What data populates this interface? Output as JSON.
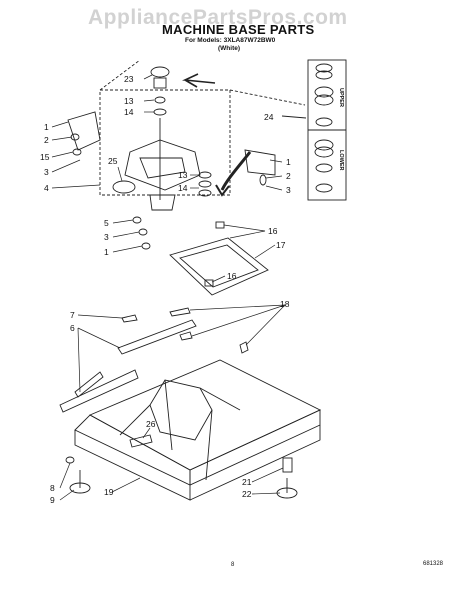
{
  "watermark": "AppliancePartsPros.com",
  "title": "MACHINE BASE PARTS",
  "models_line": "For Models: 3XLA87W72BW0",
  "color_line": "(White)",
  "page_number": "8",
  "document_number": "681328",
  "inset_labels": [
    "UPPER",
    "LOWER"
  ],
  "callouts": [
    "1",
    "2",
    "15",
    "3",
    "4",
    "25",
    "23",
    "13",
    "14",
    "13",
    "14",
    "1",
    "2",
    "3",
    "24",
    "5",
    "3",
    "1",
    "16",
    "17",
    "16",
    "18",
    "7",
    "6",
    "26",
    "8",
    "9",
    "19",
    "21",
    "22"
  ]
}
